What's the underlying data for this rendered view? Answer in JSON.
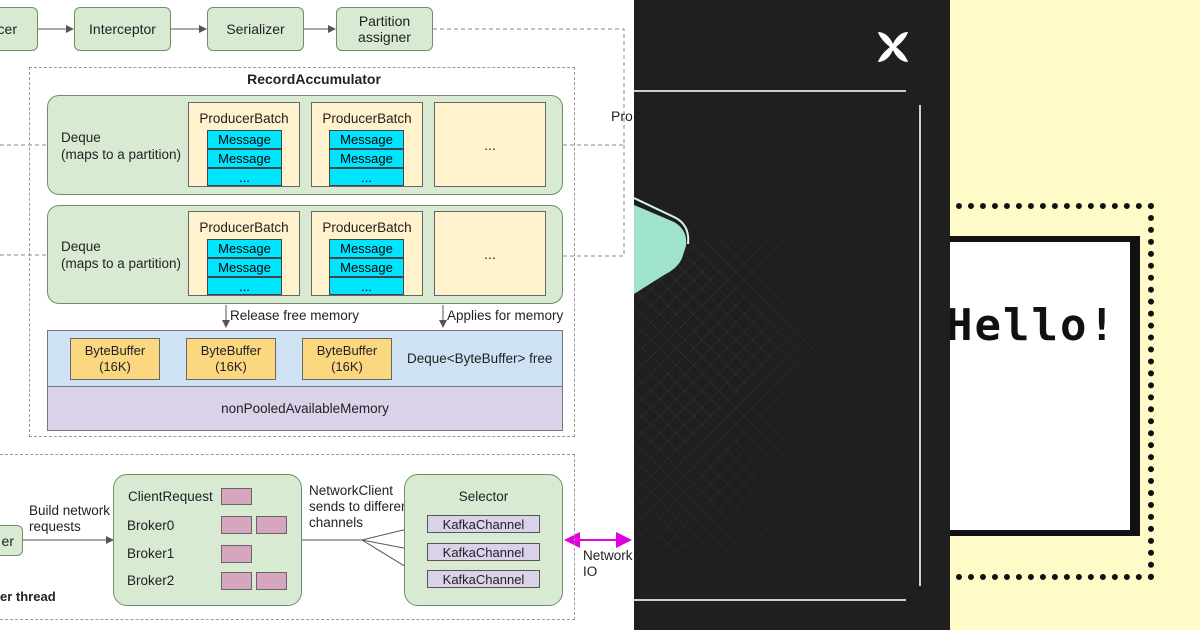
{
  "diagram": {
    "producer_partial": "cer",
    "interceptor": "Interceptor",
    "serializer": "Serializer",
    "partition_assigner": "Partition\nassigner",
    "accumulator_title": "RecordAccumulator",
    "producer_partial_label": "Pro",
    "deque_label": "Deque\n(maps to a partition)",
    "batch_label": "ProducerBatch",
    "message_label": "Message",
    "ellipsis": "...",
    "release_label": "Release free memory",
    "applies_label": "Applies for memory",
    "bytebuffer_label": "ByteBuffer\n(16K)",
    "free_label": "Deque<ByteBuffer> free",
    "non_pooled_label": "nonPooledAvailableMemory",
    "client_request": "ClientRequest",
    "brokers": [
      "Broker0",
      "Broker1",
      "Broker2"
    ],
    "build_requests": "Build network\nrequests",
    "sender_partial": "er",
    "sender_thread_partial": "er thread",
    "network_client_label": "NetworkClient\nsends to different\nchannels",
    "selector": "Selector",
    "kafka_channel": "KafkaChannel",
    "network_io_partial": "Network\nIO"
  },
  "hello_panel": {
    "text": "Hello!"
  },
  "colors": {
    "green_box": "#d9ead3",
    "batch_bg": "#fff2cc",
    "message_bg": "#00e5ff",
    "bytebuffer_bg": "#fbd87f",
    "free_bg": "#cfe2f3",
    "nonpooled_bg": "#d9d2e9",
    "channel_bg": "#d9d2e9",
    "broker_block": "#d5a6bd",
    "network_arrow": "#e000e0",
    "dark_panel": "#1f1f1f",
    "yellow_panel": "#fffbc9"
  },
  "icons": {
    "logo": "x-star-logo-icon"
  }
}
